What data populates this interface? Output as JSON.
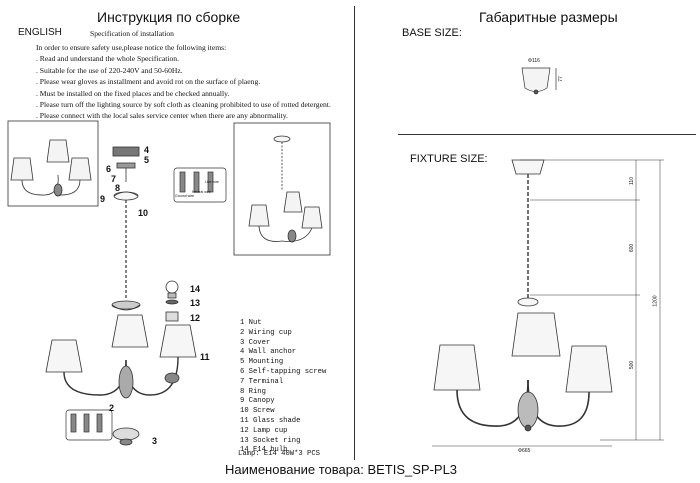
{
  "header": {
    "left_title": "Инструкция по сборке",
    "right_title": "Габаритные размеры"
  },
  "instructions": {
    "language": "ENGLISH",
    "spec_title": "Specification of installation",
    "intro": "In order to ensure safety use,please notice the following items:",
    "items": [
      ". Read and understand the whole Specification.",
      ". Suitable for the use of 220-240V and 50-60Hz.",
      ". Please wear gloves as installment and avoid rot on the surface of plaeng.",
      ". Must be installed on the fixed places and be checked annually.",
      ". Please turn off the lighting source by soft cloth as cleaning prohibited to use of rotted detergent.",
      ". Please connect with the local sales service center when there are any abnormality."
    ]
  },
  "parts": {
    "items": [
      "1 Nut",
      "2 Wiring cup",
      "3 Cover",
      "4 Wall anchor",
      "5 Mounting",
      "6 Self-tapping screw",
      "7 Terminal",
      "8 Ring",
      "9 Canopy",
      "10 Screw",
      "11 Glass shade",
      "12 Lamp cup",
      "13 Socket ring",
      "14 E14 bulb"
    ],
    "lamp_note": "Lamp: E14 40W*3 PCS"
  },
  "callouts": {
    "n2": "2",
    "n3": "3",
    "n4": "4",
    "n5": "5",
    "n6": "6",
    "n7": "7",
    "n8": "8",
    "n9": "9",
    "n10": "10",
    "n11": "11",
    "n12": "12",
    "n13": "13",
    "n14": "14"
  },
  "wiring_labels": {
    "ground": "Ground wire",
    "live": "Live wire",
    "neutral": "Neutral wire"
  },
  "dimensions": {
    "base_label": "BASE SIZE:",
    "fixture_label": "FIXTURE SIZE:",
    "base_diameter": "Φ116",
    "base_height": "77",
    "fixture_top": "110",
    "fixture_chain": "600",
    "fixture_total": "1200",
    "fixture_body": "500",
    "fixture_width": "Φ665"
  },
  "footer": {
    "product_name": "Наименование товара: BETIS_SP-PL3"
  }
}
